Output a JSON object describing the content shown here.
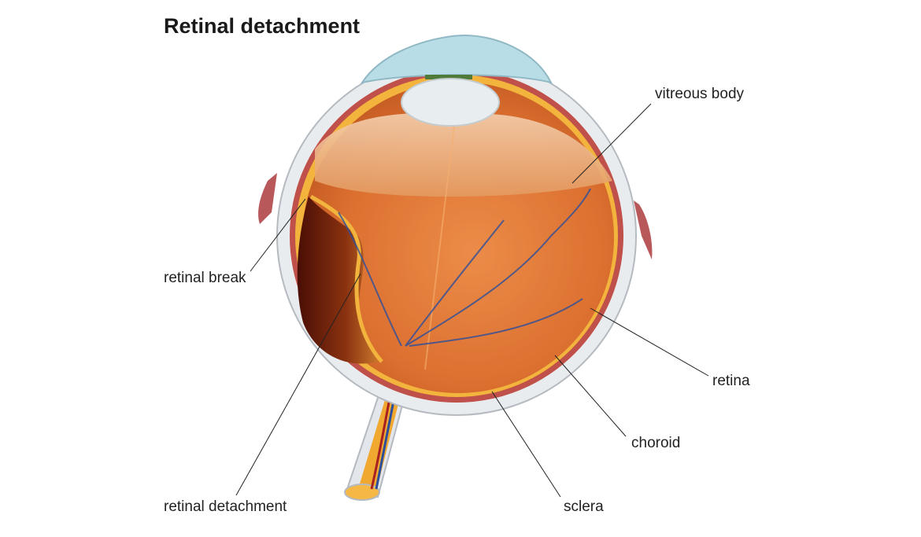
{
  "title": "Retinal detachment",
  "labels": {
    "vitreous_body": "vitreous body",
    "retinal_break": "retinal break",
    "retina": "retina",
    "choroid": "choroid",
    "retinal_detachment": "retinal detachment",
    "sclera": "sclera"
  },
  "colors": {
    "vitreous": "#e07a3a",
    "sclera": "#e9ecef",
    "cornea": "#b9dde6",
    "retina": "#f2b43c",
    "choroid": "#b8463e",
    "detached_area": "#6e1c0c"
  }
}
